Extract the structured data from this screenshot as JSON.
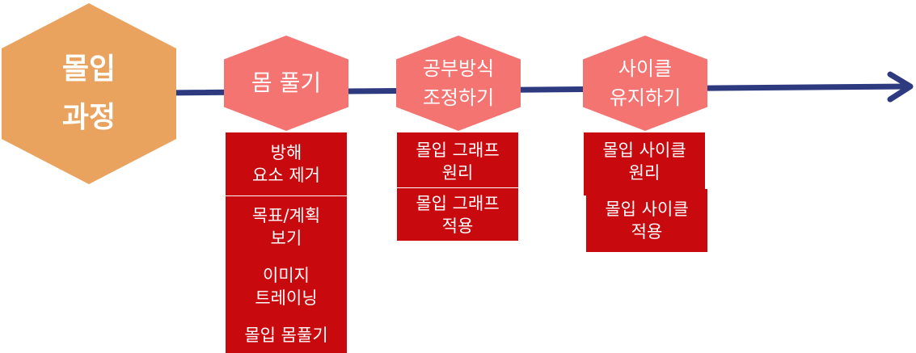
{
  "main_hexagon": {
    "line1": "몰입",
    "line2": "과정"
  },
  "stages": [
    {
      "title_lines": [
        "몸 풀기"
      ],
      "items": [
        {
          "lines": [
            "방해",
            "요소 제거"
          ]
        },
        {
          "lines": [
            "목표/계획",
            "보기"
          ]
        },
        {
          "lines": [
            "이미지",
            "트레이닝"
          ]
        },
        {
          "lines": [
            "몰입 몸풀기"
          ]
        }
      ]
    },
    {
      "title_lines": [
        "공부방식",
        "조정하기"
      ],
      "items": [
        {
          "lines": [
            "몰입 그래프",
            "원리"
          ]
        },
        {
          "lines": [
            "몰입 그래프",
            "적용"
          ]
        }
      ]
    },
    {
      "title_lines": [
        "사이클",
        "유지하기"
      ],
      "items": [
        {
          "lines": [
            "몰입 사이클",
            "원리"
          ]
        },
        {
          "lines": [
            "몰입 사이클",
            "적용"
          ]
        }
      ]
    }
  ],
  "colors": {
    "main_hexagon": "#e9a35f",
    "stage_hexagon": "#f47472",
    "item_box": "#c8090e",
    "arrow": "#2e3a80",
    "text": "#ffffff"
  }
}
